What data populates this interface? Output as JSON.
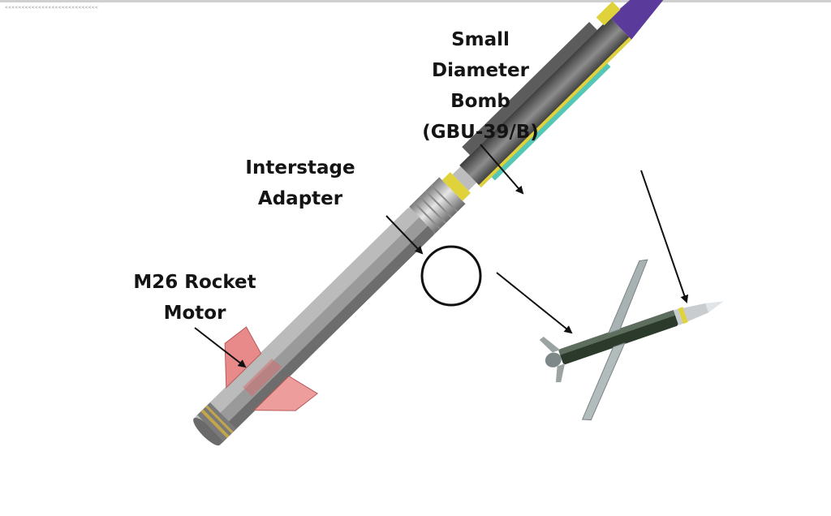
{
  "watermark": "<<<<<<<<<<<<<<<<<<<<<<<<<<<<",
  "labels": {
    "small_diameter_bomb": [
      "Small",
      "Diameter",
      "Bomb",
      "(GBU-39/B)"
    ],
    "interstage_adapter": [
      "Interstage",
      "Adapter"
    ],
    "m26_rocket_motor": [
      "M26 Rocket",
      "Motor"
    ]
  },
  "colors": {
    "motor_body": "#8f8f8f",
    "fins": "#e98a8a",
    "adapter": "#b5b5b5",
    "bomb_body": "#6f6f6f",
    "bomb_nose": "#d9d96a",
    "accent_yellow": "#e0d23a",
    "accent_cyan": "#55c7b6",
    "accent_purple": "#5a3a9a",
    "arrow": "#111111"
  }
}
